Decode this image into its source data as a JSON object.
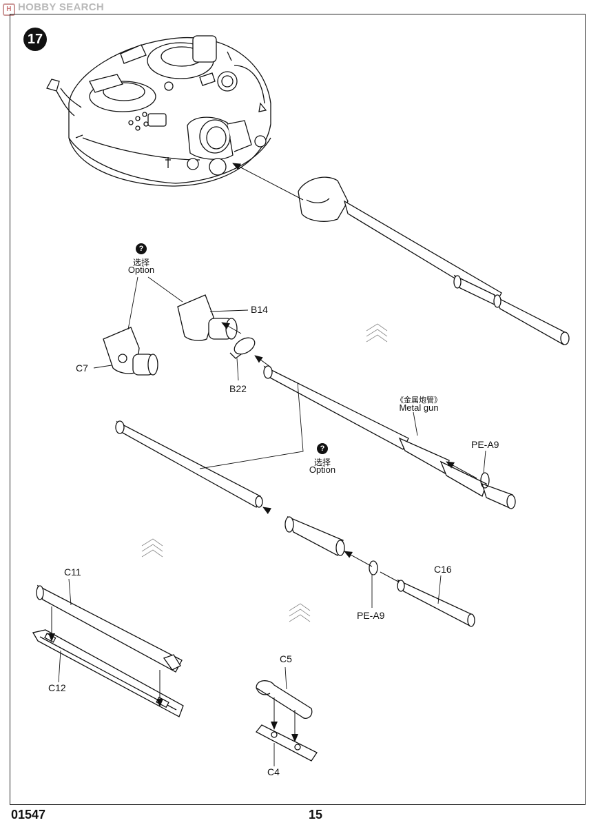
{
  "watermark": {
    "text": "HOBBY SEARCH"
  },
  "step": {
    "number": "17"
  },
  "option_upper": {
    "badge": "?",
    "cn": "选择",
    "en": "Option"
  },
  "option_lower": {
    "badge": "?",
    "cn": "选择",
    "en": "Option"
  },
  "metal_gun": {
    "cn": "《金属炮管》",
    "en": "Metal gun"
  },
  "parts": {
    "b14": "B14",
    "b22": "B22",
    "c7": "C7",
    "pe_a9_upper": "PE-A9",
    "pe_a9_lower": "PE-A9",
    "c16": "C16",
    "c11": "C11",
    "c12": "C12",
    "c5": "C5",
    "c4": "C4"
  },
  "footer": {
    "code": "01547",
    "page": "15"
  }
}
